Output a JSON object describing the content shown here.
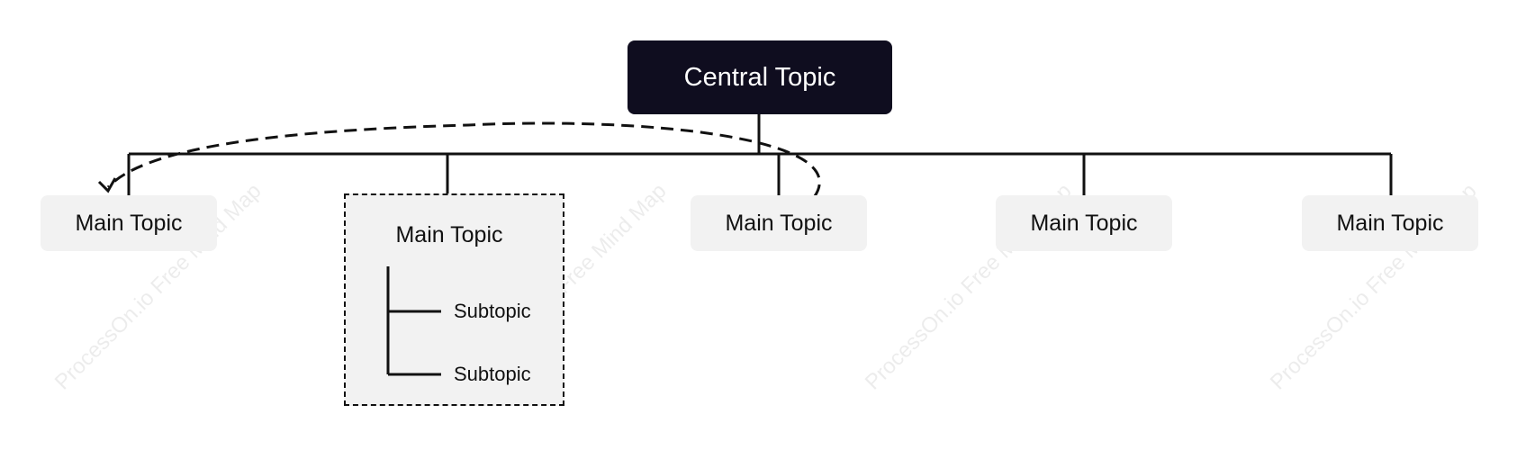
{
  "central": {
    "label": "Central Topic"
  },
  "main_topics": [
    {
      "label": "Main Topic"
    },
    {
      "label": "Main Topic"
    },
    {
      "label": "Main Topic"
    },
    {
      "label": "Main Topic"
    },
    {
      "label": "Main Topic"
    }
  ],
  "subtopics": [
    {
      "label": "Subtopic"
    },
    {
      "label": "Subtopic"
    }
  ],
  "watermark": "ProcessOn.io Free Mind Map",
  "colors": {
    "central_fill": "#0f0d1f",
    "topic_fill": "#f2f2f2",
    "line": "#111111"
  }
}
